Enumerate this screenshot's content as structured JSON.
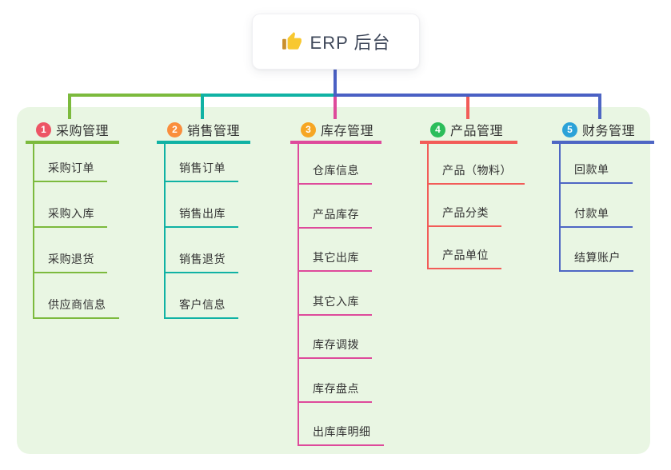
{
  "root": {
    "title": "ERP 后台",
    "icon": "thumbs-up"
  },
  "colors": {
    "page_bg": "#ffffff",
    "panel_bg": "#e9f6e3",
    "root_connector": "#4a60c4",
    "root_text": "#3e4759",
    "topic_text": "#333333"
  },
  "columns": [
    {
      "num": "1",
      "label": "采购管理",
      "line_color": "#7cba3d",
      "badge_color": "#ed5565",
      "items": [
        "采购订单",
        "采购入库",
        "采购退货",
        "供应商信息"
      ]
    },
    {
      "num": "2",
      "label": "销售管理",
      "line_color": "#10b2a4",
      "badge_color": "#fa8e3d",
      "items": [
        "销售订单",
        "销售出库",
        "销售退货",
        "客户信息"
      ]
    },
    {
      "num": "3",
      "label": "库存管理",
      "line_color": "#de4a9b",
      "badge_color": "#f6a623",
      "items": [
        "仓库信息",
        "产品库存",
        "其它出库",
        "其它入库",
        "库存调拨",
        "库存盘点",
        "出库库明细"
      ]
    },
    {
      "num": "4",
      "label": "产品管理",
      "line_color": "#f25c58",
      "badge_color": "#2bbd5a",
      "items": [
        "产品（物料）",
        "产品分类",
        "产品单位"
      ]
    },
    {
      "num": "5",
      "label": "财务管理",
      "line_color": "#4e66c4",
      "badge_color": "#2ba2d8",
      "items": [
        "回款单",
        "付款单",
        "结算账户"
      ]
    }
  ]
}
